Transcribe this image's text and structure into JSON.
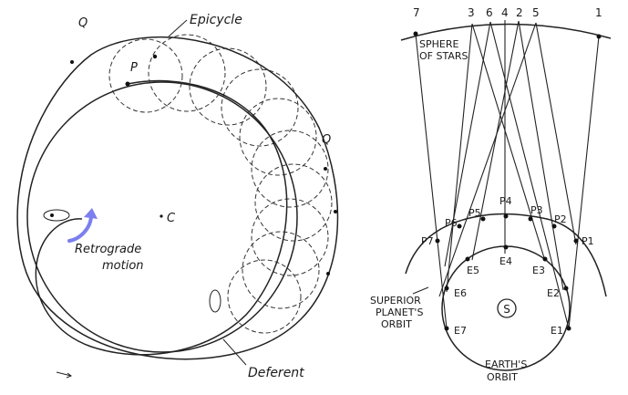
{
  "left_diagram": {
    "labels": {
      "epicycle": "Epicycle",
      "q_top": "Q",
      "q_right": "Q",
      "p": "P",
      "c": "C",
      "retrograde_line1": "Retrograde",
      "retrograde_line2": "motion",
      "deferent": "Deferent"
    },
    "accent_color": "#7b7ff0"
  },
  "right_diagram": {
    "sphere_labels": [
      "7",
      "3",
      "6",
      "4",
      "2",
      "5",
      "1"
    ],
    "sphere_of_stars_line1": "SPHERE",
    "sphere_of_stars_line2": "OF STARS",
    "planet_positions": [
      "P7",
      "P6",
      "P5",
      "P4",
      "P3",
      "P2",
      "P1"
    ],
    "earth_positions": [
      "E7",
      "E6",
      "E5",
      "E4",
      "E3",
      "E2",
      "E1"
    ],
    "superior_orbit_line1": "SUPERIOR",
    "superior_orbit_line2": "PLANET'S",
    "superior_orbit_line3": "ORBIT",
    "earth_orbit_line1": "EARTH'S",
    "earth_orbit_line2": "ORBIT",
    "sun": "S"
  }
}
